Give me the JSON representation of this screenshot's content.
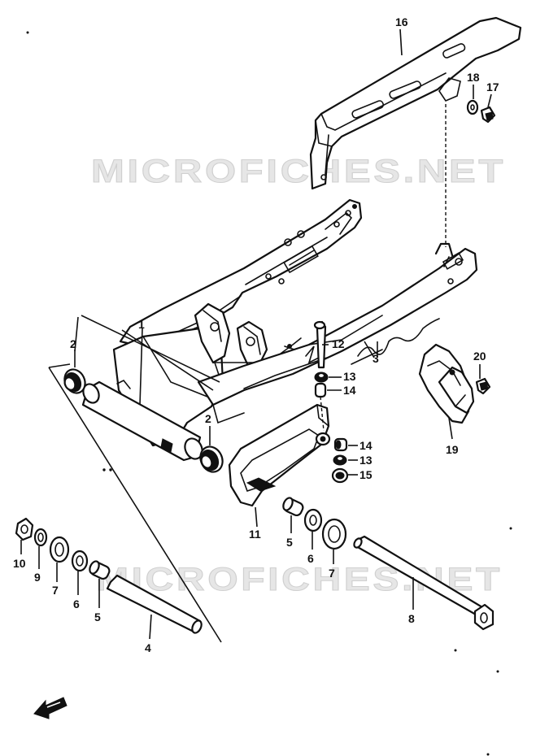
{
  "watermark": {
    "top_text": "MICROFICHES.NET",
    "bottom_text": "MICROFICHES.NET"
  },
  "callouts": {
    "c1": "1",
    "c2a": "2",
    "c2b": "2",
    "c3": "3",
    "c4": "4",
    "c5a": "5",
    "c5b": "5",
    "c6a": "6",
    "c6b": "6",
    "c7a": "7",
    "c7b": "7",
    "c8": "8",
    "c9": "9",
    "c10": "10",
    "c11": "11",
    "c12": "12",
    "c13a": "13",
    "c13b": "13",
    "c14a": "14",
    "c14b": "14",
    "c15": "15",
    "c16": "16",
    "c17": "17",
    "c18": "18",
    "c19": "19",
    "c20": "20"
  },
  "icons": {
    "front_arrow": "front-direction-arrow-icon"
  },
  "colors": {
    "ink": "#111111",
    "paper": "#ffffff",
    "watermark": "#e6e6e6"
  }
}
